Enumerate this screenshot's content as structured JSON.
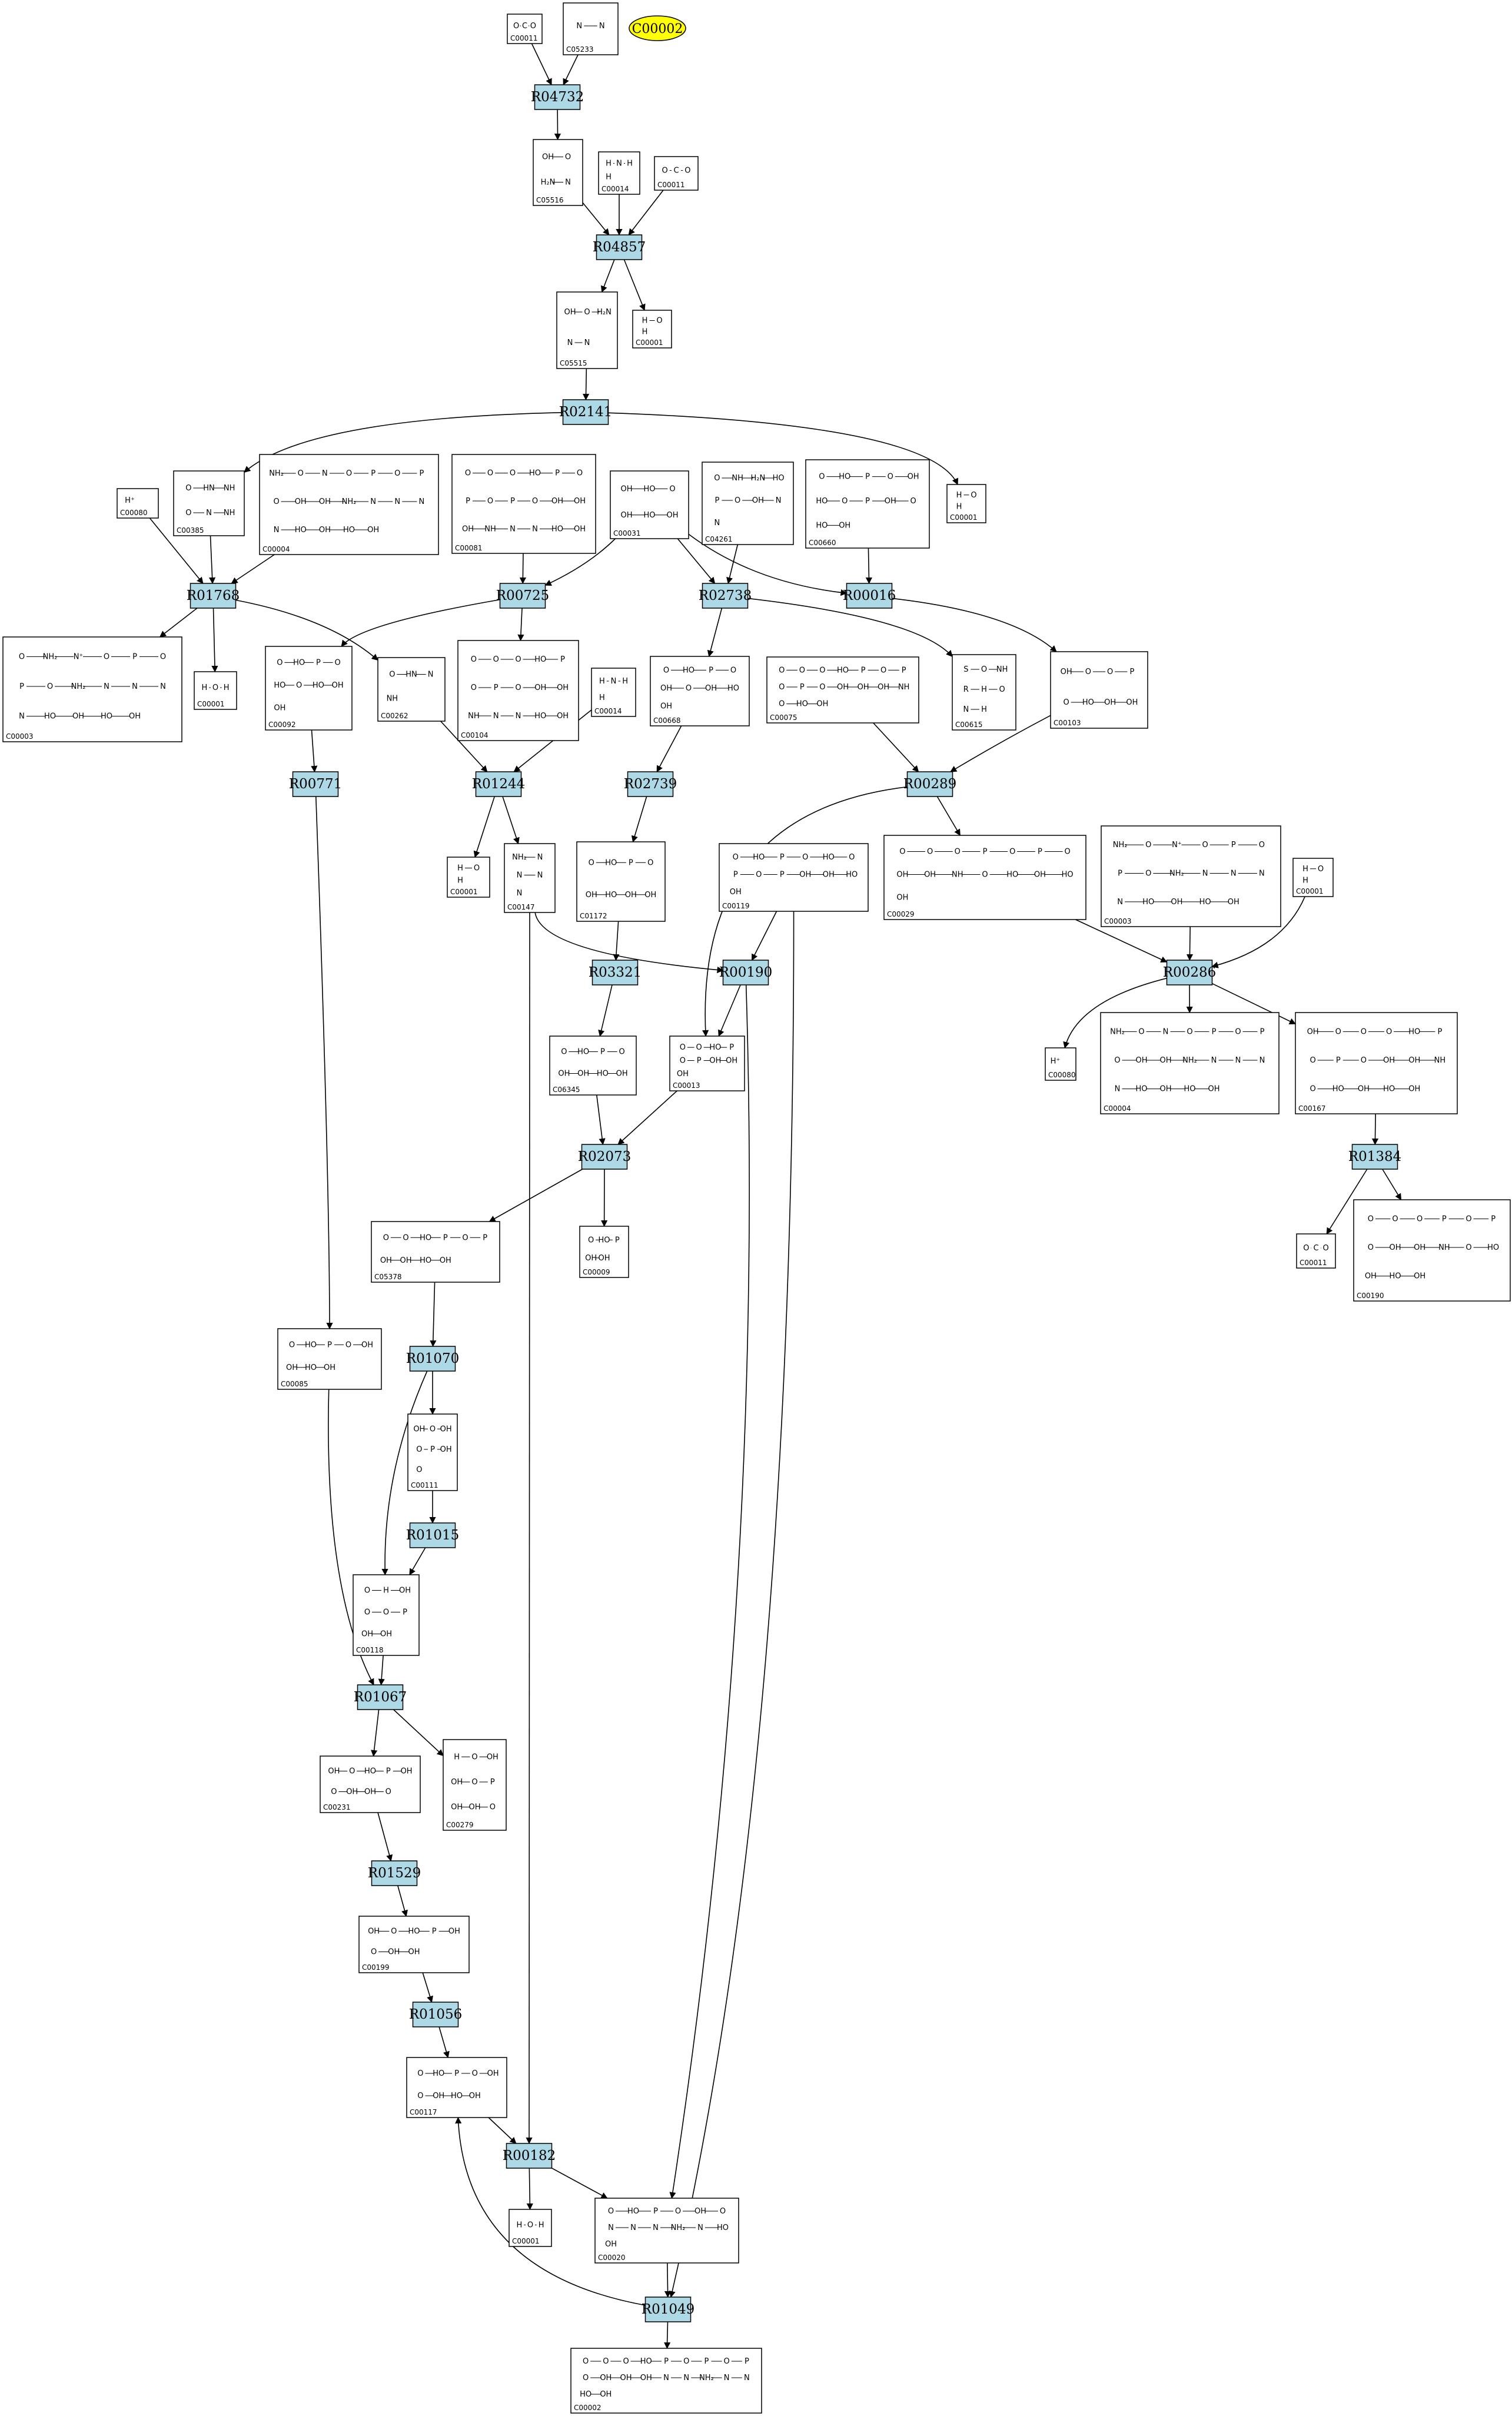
{
  "legend": {
    "label": "C00002",
    "fill": "#ffff00"
  },
  "colors": {
    "reaction_fill": "#add8e6",
    "edge": "#000000",
    "box": "#000000"
  },
  "reactions": [
    {
      "id": "R04732"
    },
    {
      "id": "R04857"
    },
    {
      "id": "R02141"
    },
    {
      "id": "R01768"
    },
    {
      "id": "R00725"
    },
    {
      "id": "R02738"
    },
    {
      "id": "R00016"
    },
    {
      "id": "R00771"
    },
    {
      "id": "R01244"
    },
    {
      "id": "R02739"
    },
    {
      "id": "R00289"
    },
    {
      "id": "R03321"
    },
    {
      "id": "R00190"
    },
    {
      "id": "R00286"
    },
    {
      "id": "R02073"
    },
    {
      "id": "R01384"
    },
    {
      "id": "R01070"
    },
    {
      "id": "R01015"
    },
    {
      "id": "R01067"
    },
    {
      "id": "R01529"
    },
    {
      "id": "R01056"
    },
    {
      "id": "R00182"
    },
    {
      "id": "R01049"
    }
  ],
  "compounds": [
    {
      "id": "C00011",
      "atoms": [
        "O",
        "C",
        "O"
      ]
    },
    {
      "id": "C05233",
      "atoms": [
        "N",
        "N"
      ]
    },
    {
      "id": "C05516",
      "atoms": [
        "OH",
        "O",
        "H₂N",
        "N"
      ]
    },
    {
      "id": "C00014",
      "atoms": [
        "H",
        "N",
        "H",
        "H"
      ]
    },
    {
      "id": "C00011",
      "atoms": [
        "O",
        "C",
        "O"
      ]
    },
    {
      "id": "C05515",
      "atoms": [
        "OH",
        "O",
        "H₂N",
        "N",
        "N"
      ]
    },
    {
      "id": "C00001",
      "atoms": [
        "H",
        "O",
        "H"
      ]
    },
    {
      "id": "C00080",
      "atoms": [
        "H⁺"
      ]
    },
    {
      "id": "C00385",
      "atoms": [
        "O",
        "HN",
        "NH",
        "O",
        "N",
        "NH"
      ]
    },
    {
      "id": "C00004",
      "atoms": [
        "NH₂",
        "O",
        "N",
        "O",
        "P",
        "O",
        "P",
        "O",
        "OH",
        "OH",
        "NH₂",
        "N",
        "N",
        "N",
        "N",
        "HO",
        "OH",
        "HO",
        "OH"
      ]
    },
    {
      "id": "C00081",
      "atoms": [
        "O",
        "O",
        "O",
        "HO",
        "P",
        "O",
        "P",
        "O",
        "P",
        "O",
        "OH",
        "OH",
        "OH",
        "NH",
        "N",
        "N",
        "HO",
        "OH"
      ]
    },
    {
      "id": "C00031",
      "atoms": [
        "OH",
        "HO",
        "O",
        "OH",
        "HO",
        "OH"
      ]
    },
    {
      "id": "C04261",
      "atoms": [
        "O",
        "NH",
        "H₂N",
        "HO",
        "P",
        "O",
        "OH",
        "N",
        "N"
      ]
    },
    {
      "id": "C00660",
      "atoms": [
        "O",
        "HO",
        "P",
        "O",
        "OH",
        "HO",
        "O",
        "P",
        "OH",
        "O",
        "HO",
        "OH"
      ]
    },
    {
      "id": "C00001",
      "atoms": [
        "H",
        "O",
        "H"
      ]
    },
    {
      "id": "C00003",
      "atoms": [
        "O",
        "NH₂",
        "N⁺",
        "O",
        "P",
        "O",
        "P",
        "O",
        "NH₂",
        "N",
        "N",
        "N",
        "N",
        "HO",
        "OH",
        "HO",
        "OH"
      ]
    },
    {
      "id": "C00001",
      "atoms": [
        "H",
        "O",
        "H"
      ]
    },
    {
      "id": "C00092",
      "atoms": [
        "O",
        "HO",
        "P",
        "O",
        "HO",
        "O",
        "HO",
        "OH",
        "OH"
      ]
    },
    {
      "id": "C00262",
      "atoms": [
        "O",
        "HN",
        "N",
        "NH"
      ]
    },
    {
      "id": "C00104",
      "atoms": [
        "O",
        "O",
        "O",
        "HO",
        "P",
        "O",
        "P",
        "O",
        "OH",
        "OH",
        "NH",
        "N",
        "N",
        "HO",
        "OH"
      ]
    },
    {
      "id": "C00014",
      "atoms": [
        "H",
        "N",
        "H",
        "H"
      ]
    },
    {
      "id": "C00668",
      "atoms": [
        "O",
        "HO",
        "P",
        "O",
        "OH",
        "O",
        "OH",
        "HO",
        "OH"
      ]
    },
    {
      "id": "C00075",
      "atoms": [
        "O",
        "O",
        "O",
        "HO",
        "P",
        "O",
        "P",
        "O",
        "P",
        "O",
        "OH",
        "OH",
        "OH",
        "NH",
        "O",
        "HO",
        "OH"
      ]
    },
    {
      "id": "C00615",
      "atoms": [
        "S",
        "O",
        "NH",
        "R",
        "H",
        "O",
        "N",
        "H"
      ]
    },
    {
      "id": "C00103",
      "atoms": [
        "OH",
        "O",
        "O",
        "P",
        "O",
        "HO",
        "OH",
        "OH"
      ]
    },
    {
      "id": "C00001",
      "atoms": [
        "H",
        "O",
        "H"
      ]
    },
    {
      "id": "C00147",
      "atoms": [
        "NH₂",
        "N",
        "N",
        "N",
        "N"
      ]
    },
    {
      "id": "C01172",
      "atoms": [
        "O",
        "HO",
        "P",
        "O",
        "OH",
        "HO",
        "OH",
        "OH"
      ]
    },
    {
      "id": "C00119",
      "atoms": [
        "O",
        "HO",
        "P",
        "O",
        "HO",
        "O",
        "P",
        "O",
        "P",
        "OH",
        "OH",
        "HO",
        "OH"
      ]
    },
    {
      "id": "C00029",
      "atoms": [
        "O",
        "O",
        "O",
        "P",
        "O",
        "P",
        "O",
        "OH",
        "OH",
        "NH",
        "O",
        "HO",
        "OH",
        "HO",
        "OH"
      ]
    },
    {
      "id": "C00003",
      "atoms": [
        "NH₂",
        "O",
        "N⁺",
        "O",
        "P",
        "O",
        "P",
        "O",
        "NH₂",
        "N",
        "N",
        "N",
        "N",
        "HO",
        "OH",
        "HO",
        "OH"
      ]
    },
    {
      "id": "C00001",
      "atoms": [
        "H",
        "O",
        "H"
      ]
    },
    {
      "id": "C06345",
      "atoms": [
        "O",
        "HO",
        "P",
        "O",
        "OH",
        "OH",
        "HO",
        "OH"
      ]
    },
    {
      "id": "C00013",
      "atoms": [
        "O",
        "O",
        "HO",
        "P",
        "O",
        "P",
        "OH",
        "OH",
        "OH"
      ]
    },
    {
      "id": "C00080",
      "atoms": [
        "H⁺"
      ]
    },
    {
      "id": "C00004",
      "atoms": [
        "NH₂",
        "O",
        "N",
        "O",
        "P",
        "O",
        "P",
        "O",
        "OH",
        "OH",
        "NH₂",
        "N",
        "N",
        "N",
        "N",
        "HO",
        "OH",
        "HO",
        "OH"
      ]
    },
    {
      "id": "C00167",
      "atoms": [
        "OH",
        "O",
        "O",
        "O",
        "HO",
        "P",
        "O",
        "P",
        "O",
        "OH",
        "OH",
        "NH",
        "O",
        "HO",
        "OH",
        "HO",
        "OH"
      ]
    },
    {
      "id": "C05378",
      "atoms": [
        "O",
        "O",
        "HO",
        "P",
        "O",
        "P",
        "OH",
        "OH",
        "HO",
        "OH"
      ]
    },
    {
      "id": "C00009",
      "atoms": [
        "O",
        "HO",
        "P",
        "OH",
        "OH"
      ]
    },
    {
      "id": "C00011",
      "atoms": [
        "O",
        "C",
        "O"
      ]
    },
    {
      "id": "C00190",
      "atoms": [
        "O",
        "O",
        "O",
        "P",
        "O",
        "P",
        "O",
        "OH",
        "OH",
        "NH",
        "O",
        "HO",
        "OH",
        "HO",
        "OH"
      ]
    },
    {
      "id": "C00085",
      "atoms": [
        "O",
        "HO",
        "P",
        "O",
        "OH",
        "OH",
        "HO",
        "OH"
      ]
    },
    {
      "id": "C00111",
      "atoms": [
        "OH",
        "O",
        "OH",
        "O",
        "P",
        "OH",
        "O"
      ]
    },
    {
      "id": "C00118",
      "atoms": [
        "O",
        "H",
        "OH",
        "O",
        "O",
        "P",
        "OH",
        "OH"
      ]
    },
    {
      "id": "C00231",
      "atoms": [
        "OH",
        "O",
        "HO",
        "P",
        "OH",
        "O",
        "OH",
        "OH",
        "O"
      ]
    },
    {
      "id": "C00279",
      "atoms": [
        "H",
        "O",
        "OH",
        "OH",
        "O",
        "P",
        "OH",
        "OH",
        "O"
      ]
    },
    {
      "id": "C00199",
      "atoms": [
        "OH",
        "O",
        "HO",
        "P",
        "OH",
        "O",
        "OH",
        "OH"
      ]
    },
    {
      "id": "C00117",
      "atoms": [
        "O",
        "HO",
        "P",
        "O",
        "OH",
        "O",
        "OH",
        "HO",
        "OH"
      ]
    },
    {
      "id": "C00001",
      "atoms": [
        "H",
        "O",
        "H"
      ]
    },
    {
      "id": "C00020",
      "atoms": [
        "O",
        "HO",
        "P",
        "O",
        "OH",
        "O",
        "N",
        "N",
        "N",
        "NH₂",
        "N",
        "HO",
        "OH"
      ]
    },
    {
      "id": "C00002",
      "atoms": [
        "O",
        "O",
        "O",
        "HO",
        "P",
        "O",
        "P",
        "O",
        "P",
        "O",
        "OH",
        "OH",
        "OH",
        "N",
        "N",
        "NH₂",
        "N",
        "N",
        "HO",
        "OH"
      ]
    }
  ]
}
